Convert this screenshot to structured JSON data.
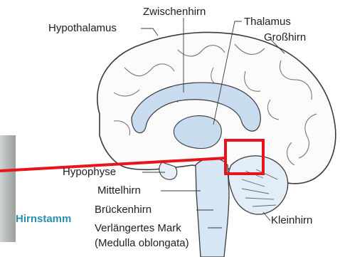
{
  "labels": {
    "zwischenhirn": "Zwischenhirn",
    "hypothalamus": "Hypothalamus",
    "thalamus": "Thalamus",
    "grosshirn": "Großhirn",
    "hypophyse": "Hypophyse",
    "mittelhirn": "Mittelhirn",
    "brueckenhirn": "Brückenhirn",
    "verlaengertes_mark": "Verlängertes Mark",
    "medulla": "(Medulla oblongata)",
    "kleinhirn": "Kleinhirn",
    "hirnstamm": "Hirnstamm"
  },
  "colors": {
    "cortex_fill": "#fbfbfb",
    "outline": "#3a3a3a",
    "ventricle": "#c9dcef",
    "brainstem": "#d7e6f4",
    "highlight_box": "#e8141b",
    "pointer_line": "#e8141b",
    "hirnstamm_text": "#2a8fb3"
  }
}
